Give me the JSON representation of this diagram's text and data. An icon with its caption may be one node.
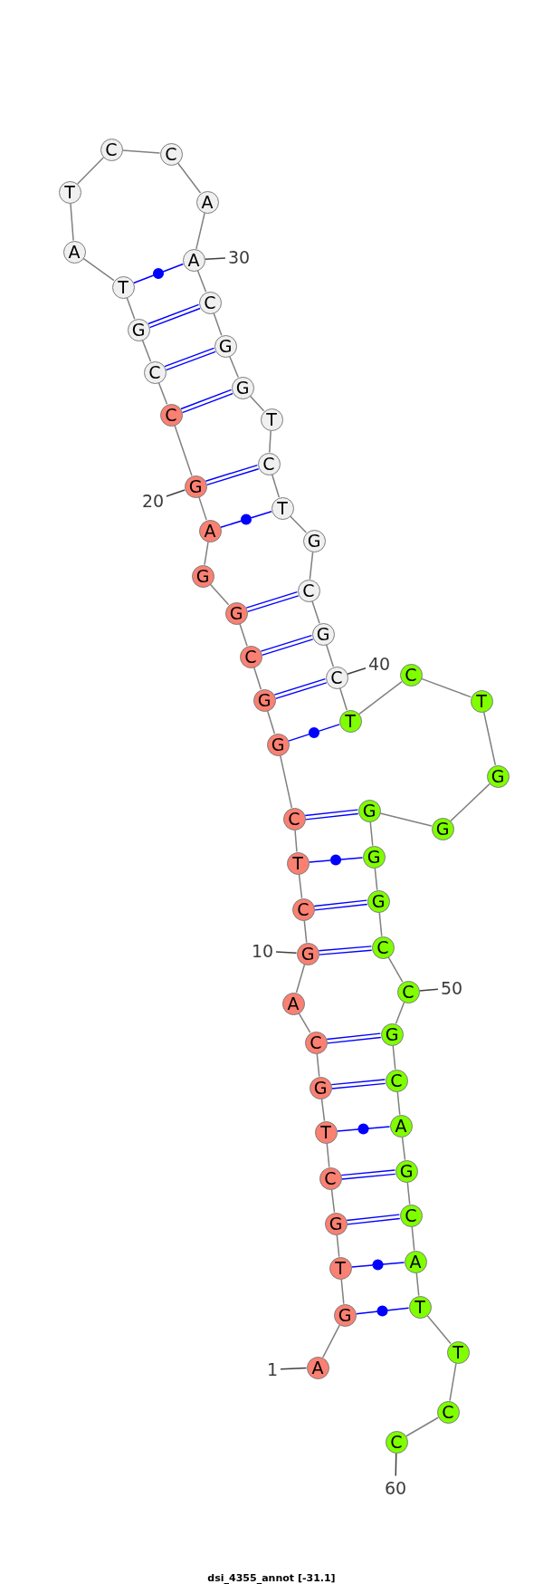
{
  "diagram": {
    "caption": "dsi_4355_annot [-31.1]",
    "nodes": [
      {
        "text": [
          "A"
        ]
      },
      {
        "text": [
          "G"
        ]
      },
      {
        "text": [
          "T"
        ]
      },
      {
        "text": [
          "G"
        ]
      },
      {
        "text": [
          "C"
        ]
      },
      {
        "text": [
          "T"
        ]
      },
      {
        "text": [
          "G"
        ]
      },
      {
        "text": [
          "C"
        ]
      },
      {
        "text": [
          "A"
        ]
      },
      {
        "text": [
          "G"
        ]
      },
      {
        "text": [
          "C"
        ]
      },
      {
        "text": [
          "T"
        ]
      },
      {
        "text": [
          "C"
        ]
      },
      {
        "text": [
          "G"
        ]
      },
      {
        "text": [
          "G"
        ]
      },
      {
        "text": [
          "C"
        ]
      },
      {
        "text": [
          "G"
        ]
      },
      {
        "text": [
          "G"
        ]
      },
      {
        "text": [
          "A"
        ]
      },
      {
        "text": [
          "G"
        ]
      },
      {
        "text": [
          "C"
        ]
      },
      {
        "text": [
          "C"
        ]
      },
      {
        "text": [
          "G"
        ]
      },
      {
        "text": [
          "T"
        ]
      },
      {
        "text": [
          "A"
        ]
      },
      {
        "text": [
          "T"
        ]
      },
      {
        "text": [
          "C"
        ]
      },
      {
        "text": [
          "C"
        ]
      },
      {
        "text": [
          "A"
        ]
      },
      {
        "text": [
          "A"
        ]
      },
      {
        "text": [
          "C"
        ]
      },
      {
        "text": [
          "G"
        ]
      },
      {
        "text": [
          "G"
        ]
      },
      {
        "text": [
          "T"
        ]
      },
      {
        "text": [
          "C"
        ]
      },
      {
        "text": [
          "T"
        ]
      },
      {
        "text": [
          "G"
        ]
      },
      {
        "text": [
          "C"
        ]
      },
      {
        "text": [
          "G"
        ]
      },
      {
        "text": [
          "C"
        ]
      },
      {
        "text": [
          "T"
        ]
      },
      {
        "text": [
          "C"
        ]
      },
      {
        "text": [
          "T"
        ]
      },
      {
        "text": [
          "G"
        ]
      },
      {
        "text": [
          "G"
        ]
      },
      {
        "text": [
          "G"
        ]
      },
      {
        "text": [
          "G"
        ]
      },
      {
        "text": [
          "G"
        ]
      },
      {
        "text": [
          "C"
        ]
      },
      {
        "text": [
          "C"
        ]
      },
      {
        "text": [
          "G"
        ]
      },
      {
        "text": [
          "C"
        ]
      },
      {
        "text": [
          "A"
        ]
      },
      {
        "text": [
          "G"
        ]
      },
      {
        "text": [
          "C"
        ]
      },
      {
        "text": [
          "A"
        ]
      },
      {
        "text": [
          "T"
        ]
      },
      {
        "text": [
          "T"
        ]
      },
      {
        "text": [
          "C"
        ]
      },
      {
        "text": [
          "C"
        ]
      },
      {
        "text": [
          "1"
        ]
      },
      {
        "text": [
          "10"
        ]
      },
      {
        "text": [
          "20"
        ]
      },
      {
        "text": [
          "30"
        ]
      },
      {
        "text": [
          "40"
        ]
      },
      {
        "text": [
          "50"
        ]
      },
      {
        "text": [
          "60"
        ]
      }
    ],
    "edges": [
      {
        "from": 0,
        "to": 1,
        "arrow": "none"
      },
      {
        "from": 1,
        "to": 2,
        "arrow": "none"
      },
      {
        "from": 2,
        "to": 3,
        "arrow": "none"
      },
      {
        "from": 3,
        "to": 4,
        "arrow": "none"
      },
      {
        "from": 4,
        "to": 5,
        "arrow": "none"
      },
      {
        "from": 5,
        "to": 6,
        "arrow": "none"
      },
      {
        "from": 6,
        "to": 7,
        "arrow": "none"
      },
      {
        "from": 7,
        "to": 8,
        "arrow": "none"
      },
      {
        "from": 8,
        "to": 9,
        "arrow": "none"
      },
      {
        "from": 9,
        "to": 10,
        "arrow": "none"
      },
      {
        "from": 10,
        "to": 11,
        "arrow": "none"
      },
      {
        "from": 11,
        "to": 12,
        "arrow": "none"
      },
      {
        "from": 12,
        "to": 13,
        "arrow": "none"
      },
      {
        "from": 13,
        "to": 14,
        "arrow": "none"
      },
      {
        "from": 14,
        "to": 15,
        "arrow": "none"
      },
      {
        "from": 15,
        "to": 16,
        "arrow": "none"
      },
      {
        "from": 16,
        "to": 17,
        "arrow": "none"
      },
      {
        "from": 17,
        "to": 18,
        "arrow": "none"
      },
      {
        "from": 18,
        "to": 19,
        "arrow": "none"
      },
      {
        "from": 19,
        "to": 20,
        "arrow": "none"
      },
      {
        "from": 20,
        "to": 21,
        "arrow": "none"
      },
      {
        "from": 21,
        "to": 22,
        "arrow": "none"
      },
      {
        "from": 22,
        "to": 23,
        "arrow": "none"
      },
      {
        "from": 23,
        "to": 24,
        "arrow": "none"
      },
      {
        "from": 24,
        "to": 25,
        "arrow": "none"
      },
      {
        "from": 25,
        "to": 26,
        "arrow": "none"
      },
      {
        "from": 26,
        "to": 27,
        "arrow": "none"
      },
      {
        "from": 27,
        "to": 28,
        "arrow": "none"
      },
      {
        "from": 28,
        "to": 29,
        "arrow": "none"
      },
      {
        "from": 29,
        "to": 30,
        "arrow": "none"
      },
      {
        "from": 30,
        "to": 31,
        "arrow": "none"
      },
      {
        "from": 31,
        "to": 32,
        "arrow": "none"
      },
      {
        "from": 32,
        "to": 33,
        "arrow": "none"
      },
      {
        "from": 33,
        "to": 34,
        "arrow": "none"
      },
      {
        "from": 34,
        "to": 35,
        "arrow": "none"
      },
      {
        "from": 35,
        "to": 36,
        "arrow": "none"
      },
      {
        "from": 36,
        "to": 37,
        "arrow": "none"
      },
      {
        "from": 37,
        "to": 38,
        "arrow": "none"
      },
      {
        "from": 38,
        "to": 39,
        "arrow": "none"
      },
      {
        "from": 39,
        "to": 40,
        "arrow": "none"
      },
      {
        "from": 40,
        "to": 41,
        "arrow": "none"
      },
      {
        "from": 41,
        "to": 42,
        "arrow": "none"
      },
      {
        "from": 42,
        "to": 43,
        "arrow": "none"
      },
      {
        "from": 43,
        "to": 44,
        "arrow": "none"
      },
      {
        "from": 44,
        "to": 45,
        "arrow": "none"
      },
      {
        "from": 45,
        "to": 46,
        "arrow": "none"
      },
      {
        "from": 46,
        "to": 47,
        "arrow": "none"
      },
      {
        "from": 47,
        "to": 48,
        "arrow": "none"
      },
      {
        "from": 48,
        "to": 49,
        "arrow": "none"
      },
      {
        "from": 49,
        "to": 50,
        "arrow": "none"
      },
      {
        "from": 50,
        "to": 51,
        "arrow": "none"
      },
      {
        "from": 51,
        "to": 52,
        "arrow": "none"
      },
      {
        "from": 52,
        "to": 53,
        "arrow": "none"
      },
      {
        "from": 53,
        "to": 54,
        "arrow": "none"
      },
      {
        "from": 54,
        "to": 55,
        "arrow": "none"
      },
      {
        "from": 55,
        "to": 56,
        "arrow": "none"
      },
      {
        "from": 56,
        "to": 57,
        "arrow": "none"
      },
      {
        "from": 57,
        "to": 58,
        "arrow": "none"
      },
      {
        "from": 58,
        "to": 59,
        "arrow": "none"
      },
      {
        "from": 1,
        "to": 56,
        "arrow": "none",
        "color": "#0000ff"
      },
      {
        "from": 2,
        "to": 55,
        "arrow": "none",
        "color": "#0000ff"
      },
      {
        "from": 3,
        "to": 54,
        "arrow": "none",
        "color": "#0000ff"
      },
      {
        "from": 4,
        "to": 53,
        "arrow": "none",
        "color": "#0000ff"
      },
      {
        "from": 5,
        "to": 52,
        "arrow": "none",
        "color": "#0000ff"
      },
      {
        "from": 6,
        "to": 51,
        "arrow": "none",
        "color": "#0000ff"
      },
      {
        "from": 7,
        "to": 50,
        "arrow": "none",
        "color": "#0000ff"
      },
      {
        "from": 9,
        "to": 48,
        "arrow": "none",
        "color": "#0000ff"
      },
      {
        "from": 10,
        "to": 47,
        "arrow": "none",
        "color": "#0000ff"
      },
      {
        "from": 11,
        "to": 46,
        "arrow": "none",
        "color": "#0000ff"
      },
      {
        "from": 12,
        "to": 45,
        "arrow": "none",
        "color": "#0000ff"
      },
      {
        "from": 13,
        "to": 40,
        "arrow": "none",
        "color": "#0000ff"
      },
      {
        "from": 14,
        "to": 39,
        "arrow": "none",
        "color": "#0000ff"
      },
      {
        "from": 15,
        "to": 38,
        "arrow": "none",
        "color": "#0000ff"
      },
      {
        "from": 16,
        "to": 37,
        "arrow": "none",
        "color": "#0000ff"
      },
      {
        "from": 18,
        "to": 35,
        "arrow": "none",
        "color": "#0000ff"
      },
      {
        "from": 19,
        "to": 34,
        "arrow": "none",
        "color": "#0000ff"
      },
      {
        "from": 20,
        "to": 32,
        "arrow": "none",
        "color": "#0000ff"
      },
      {
        "from": 21,
        "to": 31,
        "arrow": "none",
        "color": "#0000ff"
      },
      {
        "from": 22,
        "to": 30,
        "arrow": "none",
        "color": "#0000ff"
      },
      {
        "from": 23,
        "to": 29,
        "arrow": "none",
        "color": "#0000ff"
      },
      {
        "from": 60,
        "to": 0,
        "arrow": "none",
        "color": "#404040"
      },
      {
        "from": 61,
        "to": 9,
        "arrow": "none",
        "color": "#404040"
      },
      {
        "from": 62,
        "to": 19,
        "arrow": "none",
        "color": "#404040"
      },
      {
        "from": 63,
        "to": 29,
        "arrow": "none",
        "color": "#404040"
      },
      {
        "from": 64,
        "to": 39,
        "arrow": "none",
        "color": "#404040"
      },
      {
        "from": 65,
        "to": 49,
        "arrow": "none",
        "color": "#404040"
      },
      {
        "from": 66,
        "to": 59,
        "arrow": "none",
        "color": "#404040"
      }
    ]
  }
}
